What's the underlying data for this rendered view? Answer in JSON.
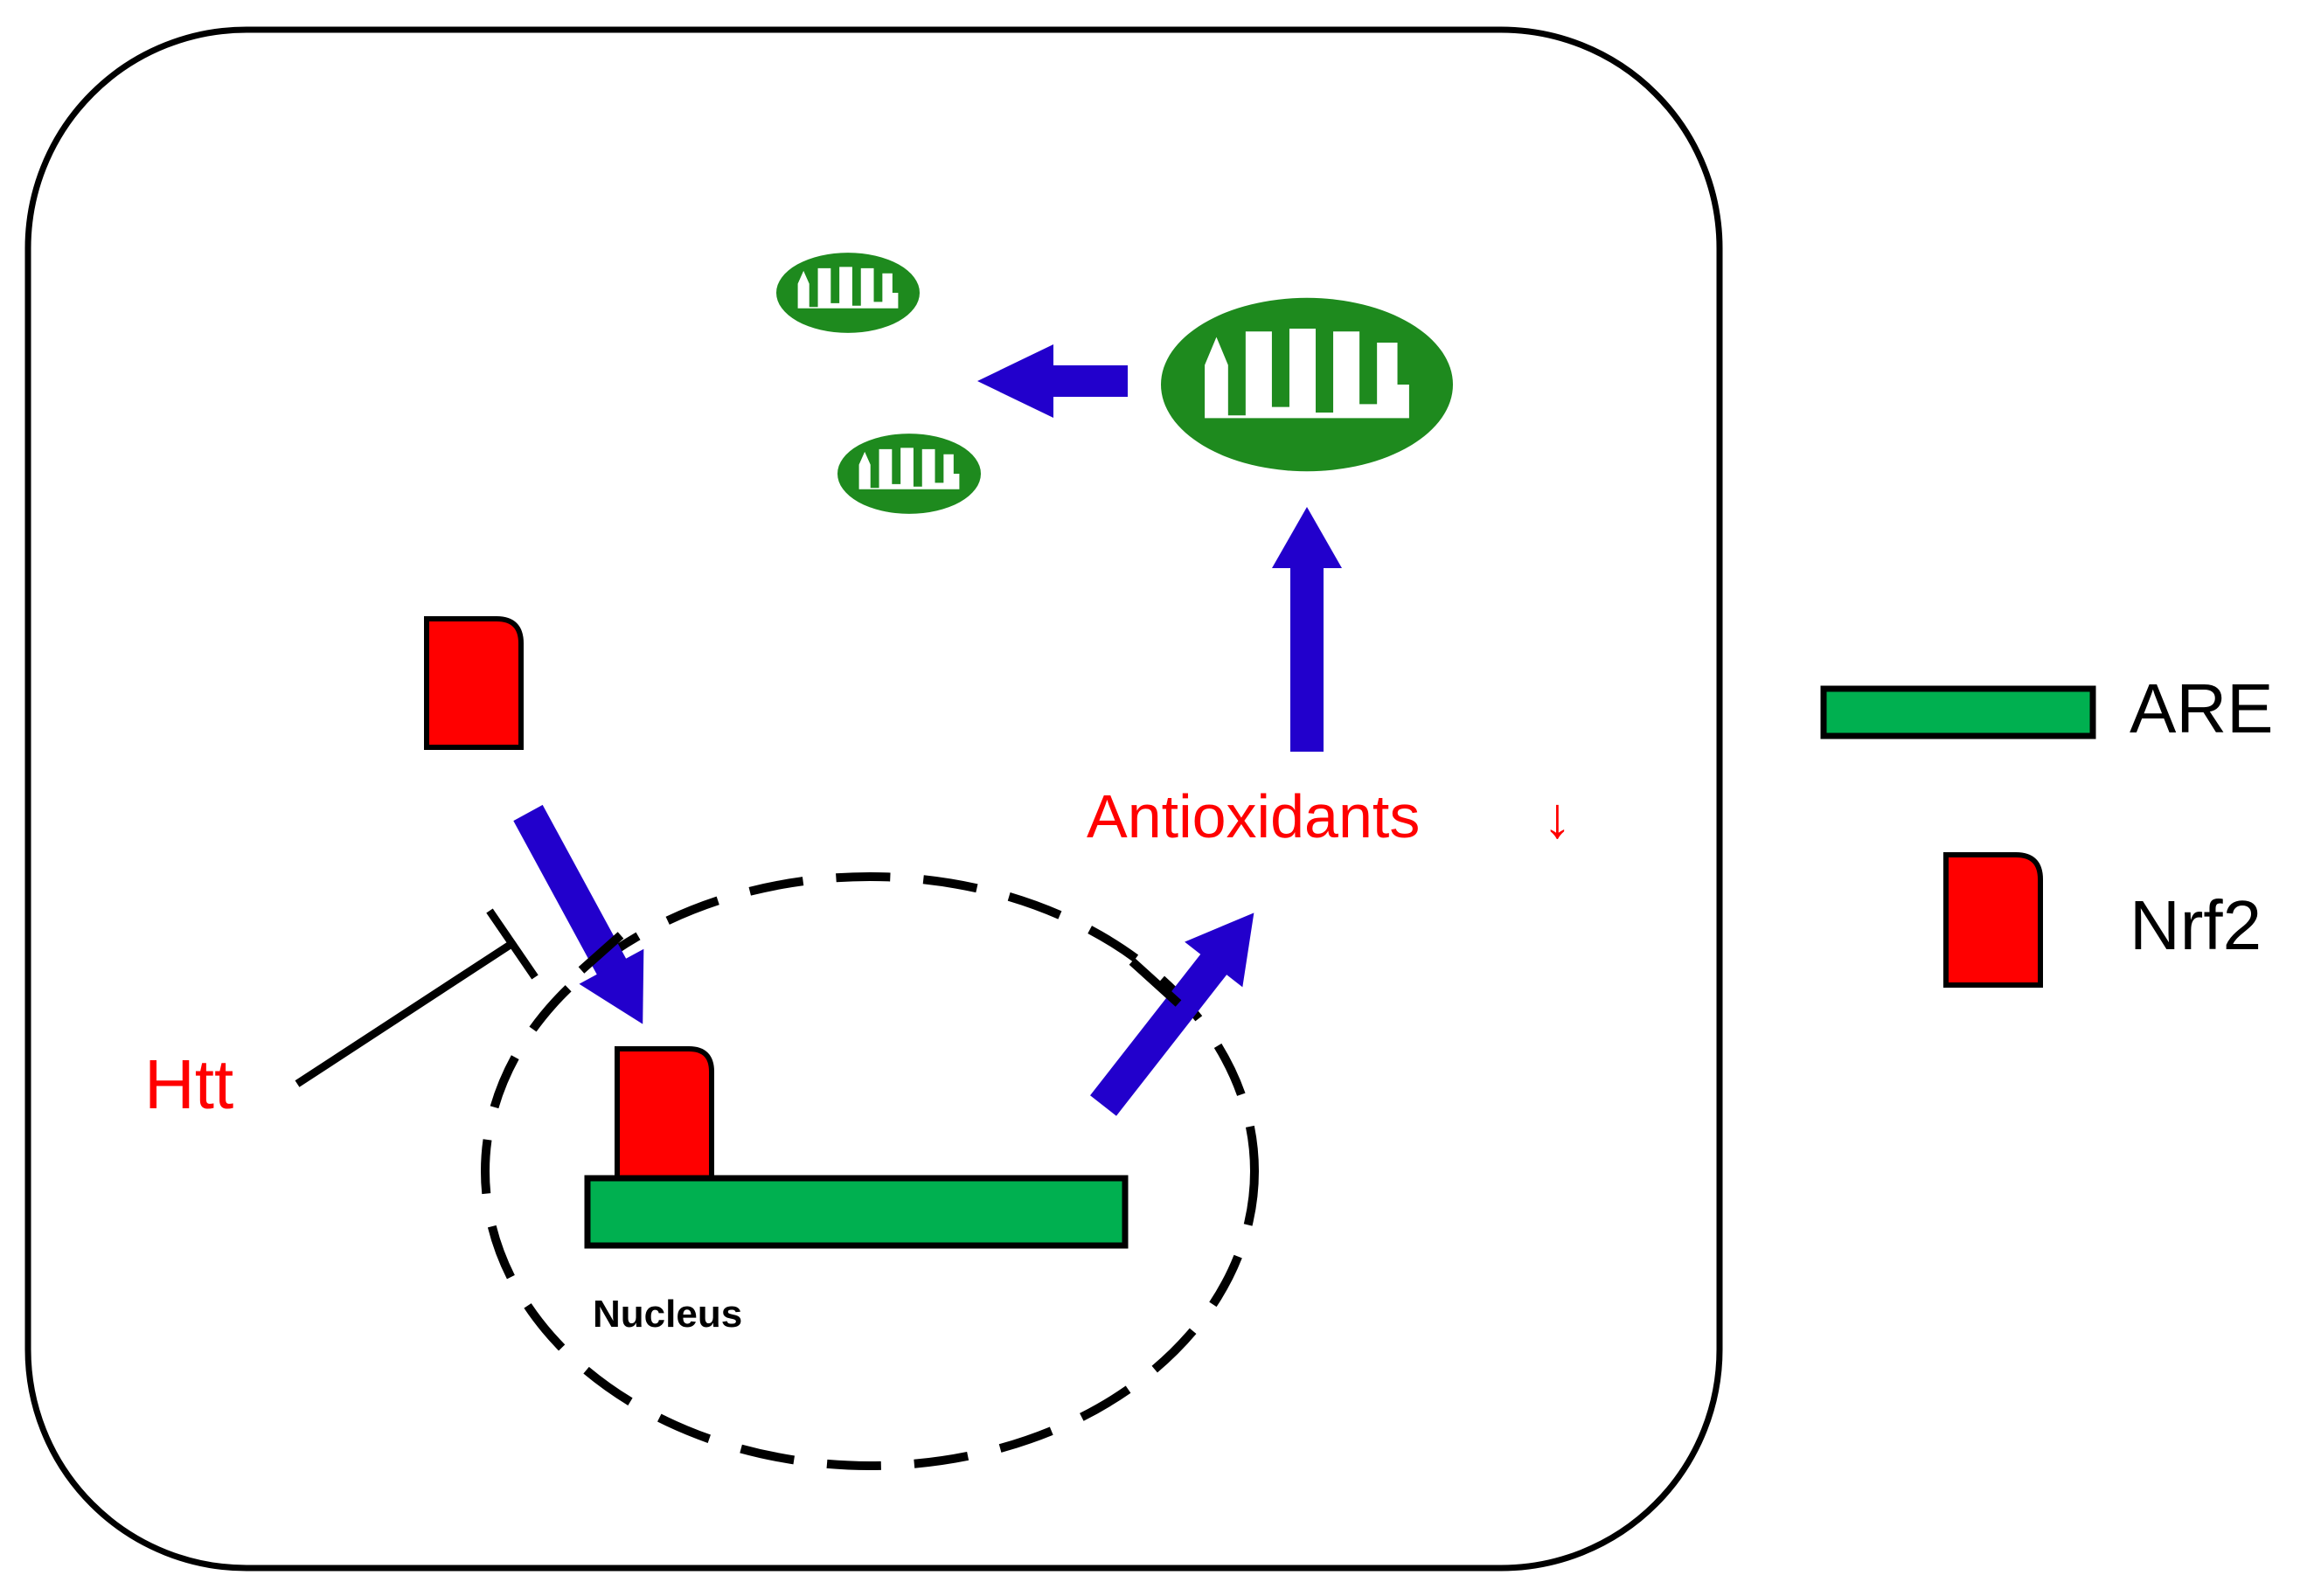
{
  "labels": {
    "htt": "Htt",
    "antioxidants": "Antioxidants",
    "down_arrow": "↓",
    "nucleus": "Nucleus"
  },
  "legend": {
    "items": [
      {
        "label": "ARE",
        "shape": "green-bar"
      },
      {
        "label": "Nrf2",
        "shape": "red-block"
      }
    ]
  },
  "colors": {
    "are_green": "#00b050",
    "nrf2_red": "#ff0000",
    "arrow_blue": "#2200cc",
    "mito_green": "#1e8a1e",
    "label_red": "#ff0000",
    "outline": "#000000"
  }
}
